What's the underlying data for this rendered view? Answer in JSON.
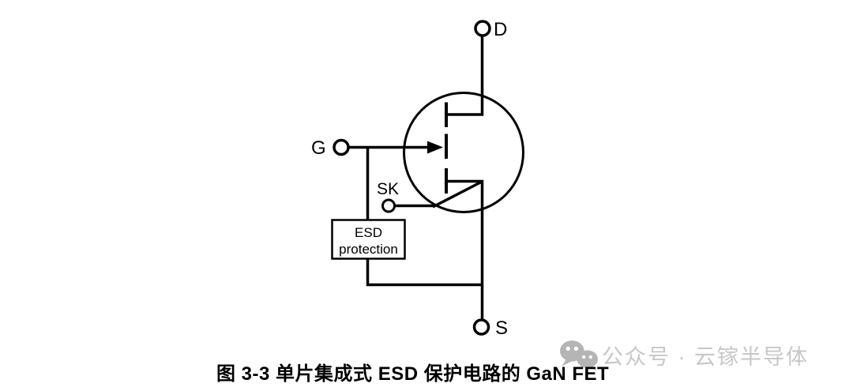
{
  "figure": {
    "terminals": {
      "drain": "D",
      "gate": "G",
      "substrate": "SK",
      "source": "S"
    },
    "esd_box": {
      "line1": "ESD",
      "line2": "protection"
    }
  },
  "caption": "图 3-3 单片集成式 ESD 保护电路的 GaN FET",
  "watermark": {
    "icon": "wechat-icon",
    "text": "公众号 · 云镓半导体"
  },
  "colors": {
    "line": "#000000",
    "background": "#ffffff",
    "watermark_text": "#c7c7c7",
    "watermark_icon": "#b5b5b5"
  }
}
